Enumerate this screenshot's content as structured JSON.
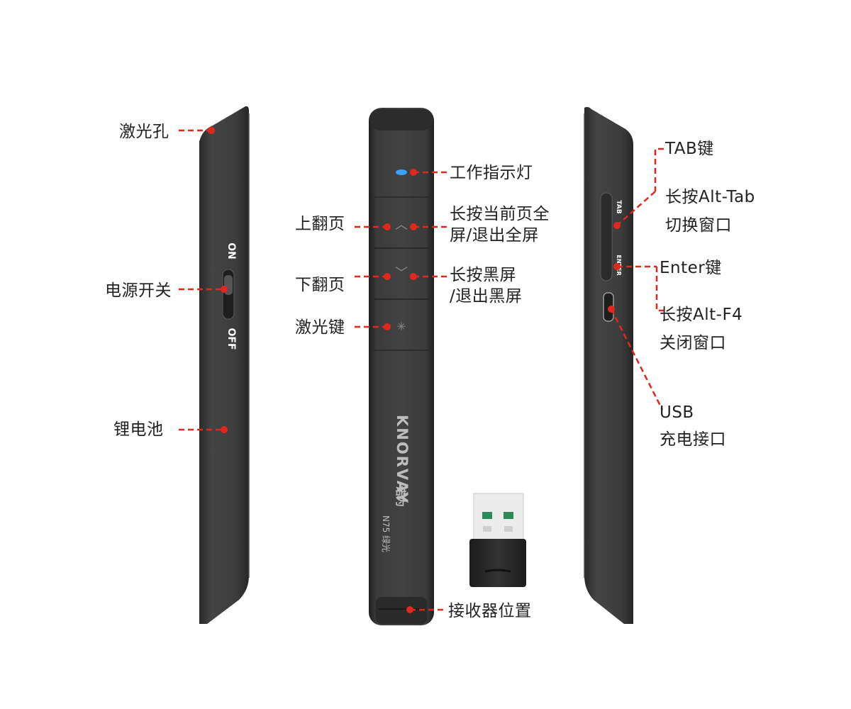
{
  "colors": {
    "leader": "#e0281e",
    "device_body": "#3c3c3c",
    "indicator": "#3aa0ff",
    "usb_contact": "#2e8b57"
  },
  "device": {
    "brand": "KNORVAY",
    "brand_cn": "诺为",
    "model": "N75 绿光",
    "switch_on": "ON",
    "switch_off": "OFF",
    "side_key_tab": "TAB",
    "side_key_enter": "ENTER"
  },
  "labels": {
    "laser_hole": "激光孔",
    "power_switch": "电源开关",
    "battery": "锂电池",
    "indicator": "工作指示灯",
    "page_up": "上翻页",
    "page_up_long_1": "长按当前页全",
    "page_up_long_2": "屏/退出全屏",
    "page_down": "下翻页",
    "page_down_long_1": "长按黑屏",
    "page_down_long_2": "/退出黑屏",
    "laser_key": "激光键",
    "receiver": "接收器位置",
    "tab_key": "TAB键",
    "tab_long_1": "长按Alt-Tab",
    "tab_long_2": "切换窗口",
    "enter_key": "Enter键",
    "enter_long_1": "长按Alt-F4",
    "enter_long_2": "关闭窗口",
    "usb_1": "USB",
    "usb_2": "充电接口"
  }
}
